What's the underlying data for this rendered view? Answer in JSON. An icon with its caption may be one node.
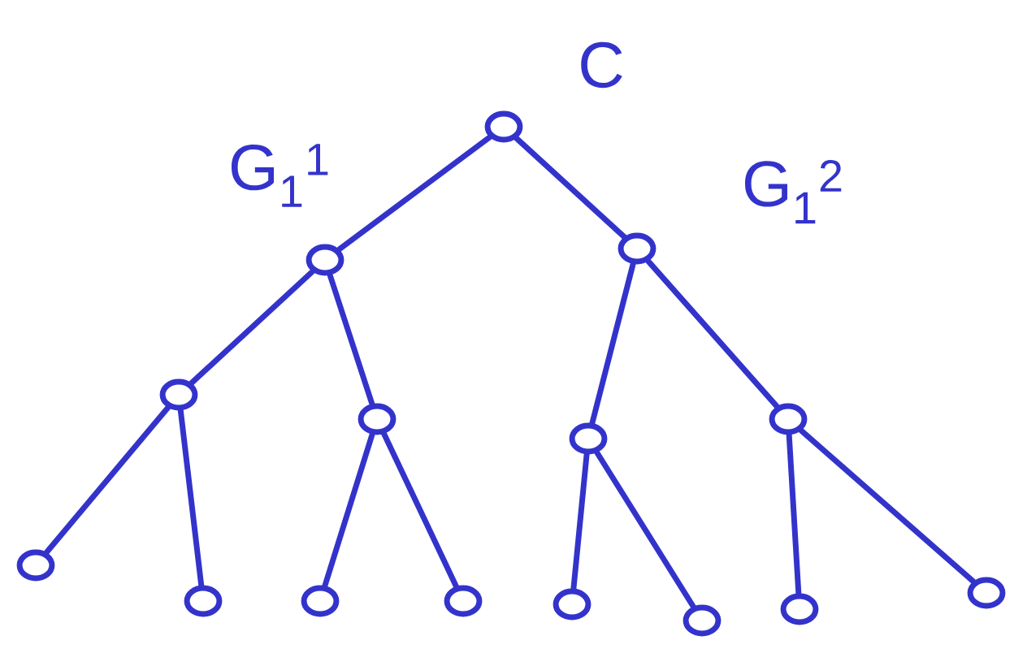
{
  "diagram": {
    "nodes": [
      {
        "text": [],
        "shape": "circle",
        "beside": [
          "C"
        ]
      },
      {
        "text": [],
        "shape": "circle",
        "beside": [
          "G$_{1}$$^{1}$"
        ]
      },
      {
        "text": [],
        "shape": "circle",
        "beside": [
          "G$_{1}$$^{2}$"
        ]
      },
      {
        "text": [],
        "shape": "circle"
      },
      {
        "text": [],
        "shape": "circle"
      },
      {
        "text": [],
        "shape": "circle"
      },
      {
        "text": [],
        "shape": "circle"
      },
      {
        "text": [],
        "shape": "circle"
      },
      {
        "text": [],
        "shape": "circle"
      },
      {
        "text": [],
        "shape": "circle"
      },
      {
        "text": [],
        "shape": "circle"
      },
      {
        "text": [],
        "shape": "circle"
      },
      {
        "text": [],
        "shape": "circle"
      },
      {
        "text": [],
        "shape": "circle"
      },
      {
        "text": [],
        "shape": "circle"
      }
    ],
    "edges": [
      {
        "from": 0,
        "to": 1,
        "arrow": "none"
      },
      {
        "from": 0,
        "to": 2,
        "arrow": "none"
      },
      {
        "from": 1,
        "to": 3,
        "arrow": "none"
      },
      {
        "from": 1,
        "to": 4,
        "arrow": "none"
      },
      {
        "from": 2,
        "to": 5,
        "arrow": "none"
      },
      {
        "from": 2,
        "to": 6,
        "arrow": "none"
      },
      {
        "from": 3,
        "to": 7,
        "arrow": "none"
      },
      {
        "from": 3,
        "to": 8,
        "arrow": "none"
      },
      {
        "from": 4,
        "to": 9,
        "arrow": "none"
      },
      {
        "from": 4,
        "to": 10,
        "arrow": "none"
      },
      {
        "from": 5,
        "to": 11,
        "arrow": "none"
      },
      {
        "from": 5,
        "to": 12,
        "arrow": "none"
      },
      {
        "from": 6,
        "to": 13,
        "arrow": "none"
      },
      {
        "from": 6,
        "to": 14,
        "arrow": "none"
      }
    ]
  }
}
